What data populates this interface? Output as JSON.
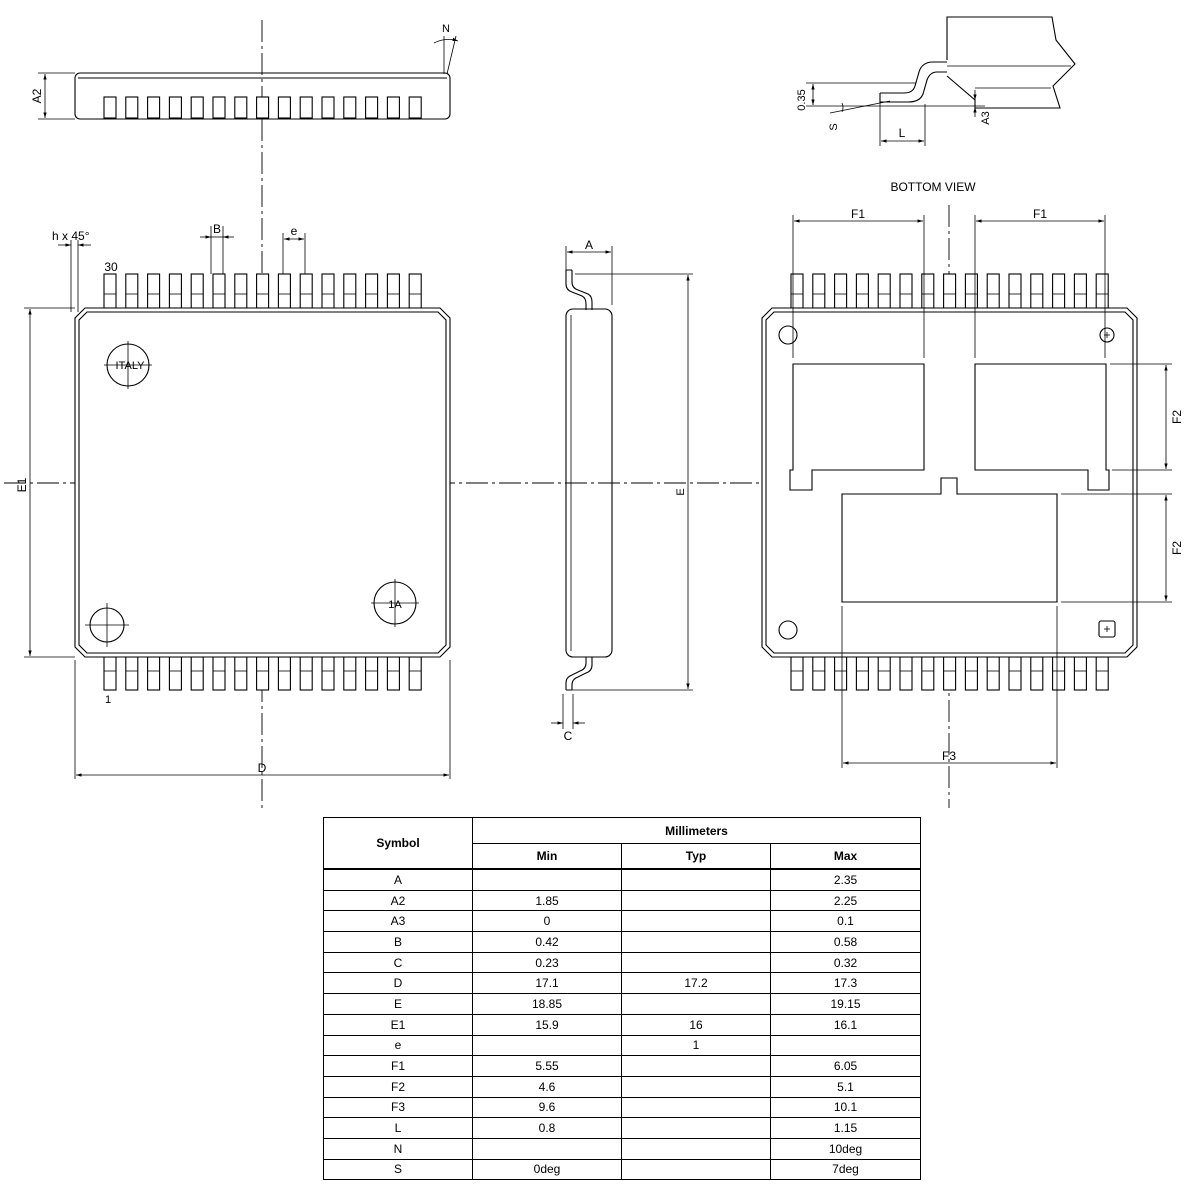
{
  "labels": {
    "side_view": {
      "a2": "A2",
      "n": "N"
    },
    "lead_detail": {
      "gauge": "0.35",
      "s": "S",
      "l": "L",
      "a3": "A3"
    },
    "top_view": {
      "chamfer": "h x 45°",
      "b": "B",
      "e": "e",
      "pin_30": "30",
      "pin_1": "1",
      "italy_mark": "ITALY",
      "mark_1a": "1A",
      "e1": "E1",
      "d": "D"
    },
    "section_view": {
      "a": "A",
      "e": "E",
      "c": "C"
    },
    "bottom_view": {
      "title": "BOTTOM VIEW",
      "f1_left": "F1",
      "f1_right": "F1",
      "f2_upper": "F2",
      "f2_lower": "F2",
      "f3": "F3"
    }
  },
  "table": {
    "symbol_header": "Symbol",
    "unit_header": "Millimeters",
    "column_headers": {
      "min": "Min",
      "typ": "Typ",
      "max": "Max"
    },
    "rows": [
      {
        "symbol": "A",
        "min": "",
        "typ": "",
        "max": "2.35"
      },
      {
        "symbol": "A2",
        "min": "1.85",
        "typ": "",
        "max": "2.25"
      },
      {
        "symbol": "A3",
        "min": "0",
        "typ": "",
        "max": "0.1"
      },
      {
        "symbol": "B",
        "min": "0.42",
        "typ": "",
        "max": "0.58"
      },
      {
        "symbol": "C",
        "min": "0.23",
        "typ": "",
        "max": "0.32"
      },
      {
        "symbol": "D",
        "min": "17.1",
        "typ": "17.2",
        "max": "17.3"
      },
      {
        "symbol": "E",
        "min": "18.85",
        "typ": "",
        "max": "19.15"
      },
      {
        "symbol": "E1",
        "min": "15.9",
        "typ": "16",
        "max": "16.1"
      },
      {
        "symbol": "e",
        "min": "",
        "typ": "1",
        "max": ""
      },
      {
        "symbol": "F1",
        "min": "5.55",
        "typ": "",
        "max": "6.05"
      },
      {
        "symbol": "F2",
        "min": "4.6",
        "typ": "",
        "max": "5.1"
      },
      {
        "symbol": "F3",
        "min": "9.6",
        "typ": "",
        "max": "10.1"
      },
      {
        "symbol": "L",
        "min": "0.8",
        "typ": "",
        "max": "1.15"
      },
      {
        "symbol": "N",
        "min": "",
        "typ": "",
        "max": "10deg"
      },
      {
        "symbol": "S",
        "min": "0deg",
        "typ": "",
        "max": "7deg"
      }
    ]
  }
}
